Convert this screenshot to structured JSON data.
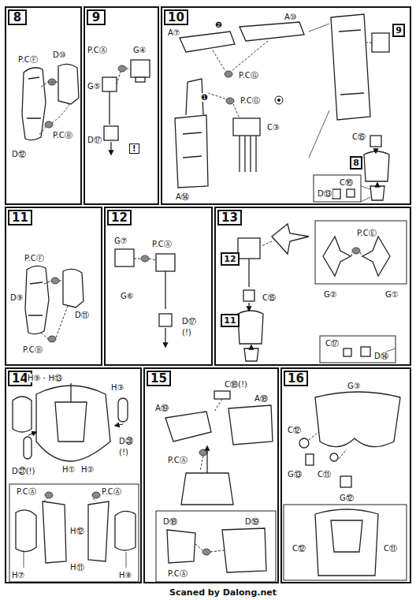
{
  "diagram": {
    "nodes": [
      {
        "text": [
          "8"
        ]
      },
      {
        "text": [
          "9"
        ]
      },
      {
        "text": [
          "10"
        ]
      },
      {
        "text": [
          "9"
        ],
        "in": 2
      },
      {
        "text": [
          "8"
        ],
        "in": 2
      },
      {
        "text": [
          "11"
        ]
      },
      {
        "text": [
          "12"
        ]
      },
      {
        "text": [
          "13"
        ]
      },
      {
        "text": [
          "12"
        ],
        "in": 7
      },
      {
        "text": [
          "11"
        ],
        "in": 7
      },
      {
        "text": [
          "14"
        ]
      },
      {
        "text": [
          "15"
        ]
      },
      {
        "text": [
          "16"
        ]
      }
    ],
    "labels": [
      "P.CⒻ",
      "D⑩",
      "D⑫",
      "P.CⒷ",
      "P.CⒶ",
      "G④",
      "G⑤",
      "D⑰",
      "!",
      "A⑦",
      "❷",
      "A⑩",
      "P.CⒼ",
      "❶",
      "P.CⒼ",
      "C③",
      "A⑭",
      "C⑮",
      "C⑯",
      "D⑬",
      "P.CⒻ",
      "D⑨",
      "D⑪",
      "P.CⒷ",
      "G⑦",
      "P.CⒶ",
      "G⑥",
      "D⑰",
      "(!)",
      "P.CⒺ",
      "G②",
      "G①",
      "C⑮",
      "C⑰",
      "D⑭",
      "H⑨・H⑬",
      "H③",
      "H①",
      "H②",
      "D㉘",
      "(!)",
      "D㉗(!)",
      "P.CⒶ",
      "P.CⒶ",
      "H⑫",
      "H⑪",
      "H⑦",
      "H⑧",
      "C⑱(!)",
      "A⑲",
      "A⑱",
      "P.CⒶ",
      "D⑱",
      "D⑲",
      "P.CⒶ",
      "G③",
      "C⑫",
      "G⑬",
      "C⑪",
      "G⑫",
      "C⑫",
      "C⑪",
      "Scaned by Dalong.net"
    ]
  }
}
